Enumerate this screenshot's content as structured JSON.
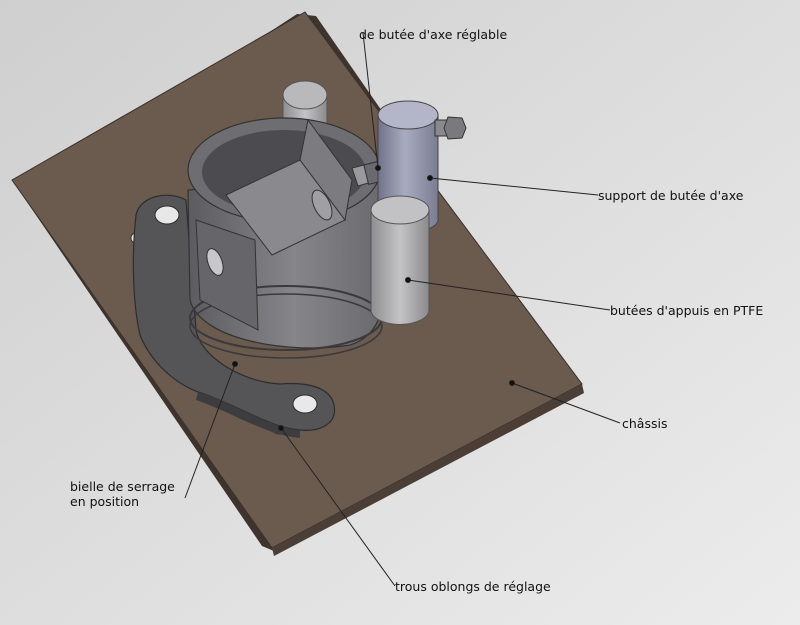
{
  "labels": {
    "axis_stop": "de butée d'axe réglable",
    "axis_stop_support": "support de butée d'axe",
    "ptfe_stops": "butées d'appuis en PTFE",
    "chassis": "châssis",
    "clamp_rod_line1": "bielle de serrage",
    "clamp_rod_line2": "en position",
    "slotted_holes": "trous oblongs de réglage"
  },
  "colors": {
    "background": "#d9d9d9",
    "chassis_plate": "#6b5a4e",
    "clamp_part": "#5a5a5c",
    "cup_body": "#707073",
    "ptfe_cylinder": "#a9a9ab",
    "support_tube": "#8c8fa6",
    "leader_line": "#222222"
  }
}
